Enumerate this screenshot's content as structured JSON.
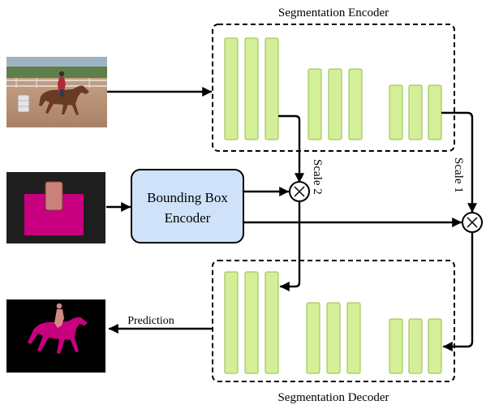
{
  "encoder": {
    "title": "Segmentation Encoder"
  },
  "decoder": {
    "title": "Segmentation Decoder"
  },
  "bbox_encoder": {
    "line1": "Bounding Box",
    "line2": "Encoder"
  },
  "scale_labels": {
    "scale2": "Scale 2",
    "scale1": "Scale 1"
  },
  "output": {
    "label": "Prediction"
  },
  "colors": {
    "layer_fill": "#d5ef98",
    "layer_stroke": "#8fbf44",
    "bbox_encoder_fill": "#cfe2f9",
    "mask_fill": "#c8007f",
    "person_box": "#c98179",
    "mask_background": "#1e1e1e"
  },
  "icons": {
    "multiply": "circled-times-icon"
  }
}
